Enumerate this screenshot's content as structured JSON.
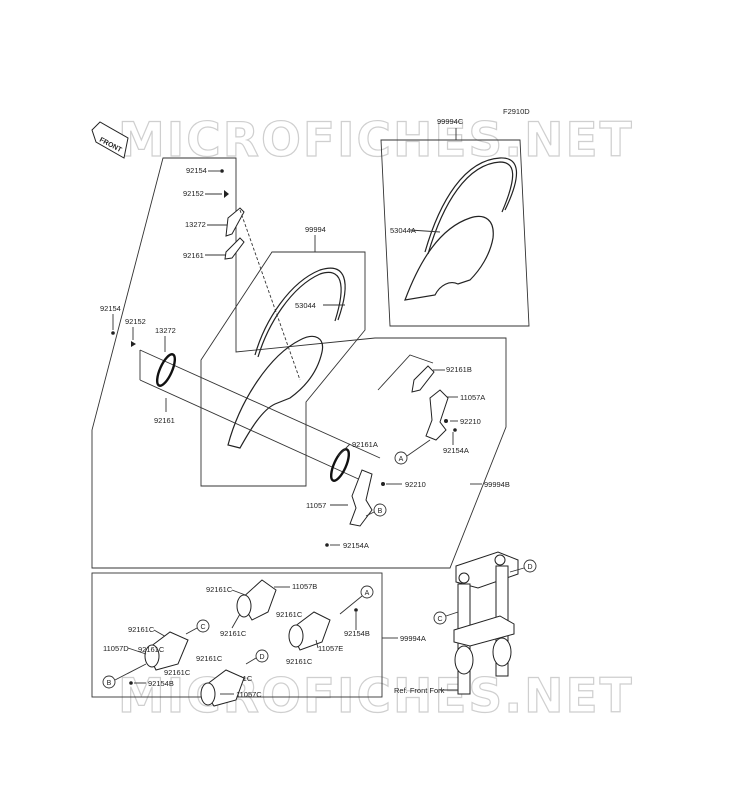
{
  "diagram_id": "F2910D",
  "watermark": "MICROFICHES.NET",
  "front_arrow_label": "FRONT",
  "reference": "Ref. Front Fork",
  "labels": {
    "p92154_top": "92154",
    "p92152_top": "92152",
    "p13272_top": "13272",
    "p92161_top": "92161",
    "p99994": "99994",
    "p53044": "53044",
    "p99994C": "99994C",
    "p53044A": "53044A",
    "p92154_left": "92154",
    "p92152_left": "92152",
    "p13272_left": "13272",
    "p92161_left": "92161",
    "p92161B": "92161B",
    "p11057A": "11057A",
    "p92210_right": "92210",
    "p92154A_right": "92154A",
    "p92161A": "92161A",
    "p92210_mid": "92210",
    "p99994B": "99994B",
    "p11057": "11057",
    "p92154A_mid": "92154A",
    "p92161C_1": "92161C",
    "p11057B": "11057B",
    "p92161C_2": "92161C",
    "p92161C_3": "92161C",
    "p92154B_1": "92154B",
    "p92161C_4": "92161C",
    "p11057E": "11057E",
    "p92161C_5": "92161C",
    "p92161C_6": "92161C",
    "p11057D": "11057D",
    "p92161C_7": "92161C",
    "p92154B_2": "92154B",
    "p92161C_8": "92161C",
    "p92161C_9": "92161C",
    "p11057C": "11057C",
    "p99994A": "99994A"
  },
  "callouts": {
    "a1": "A",
    "a2": "A",
    "b1": "B",
    "b2": "B",
    "c1": "C",
    "c2": "C",
    "d1": "D",
    "d2": "D"
  }
}
